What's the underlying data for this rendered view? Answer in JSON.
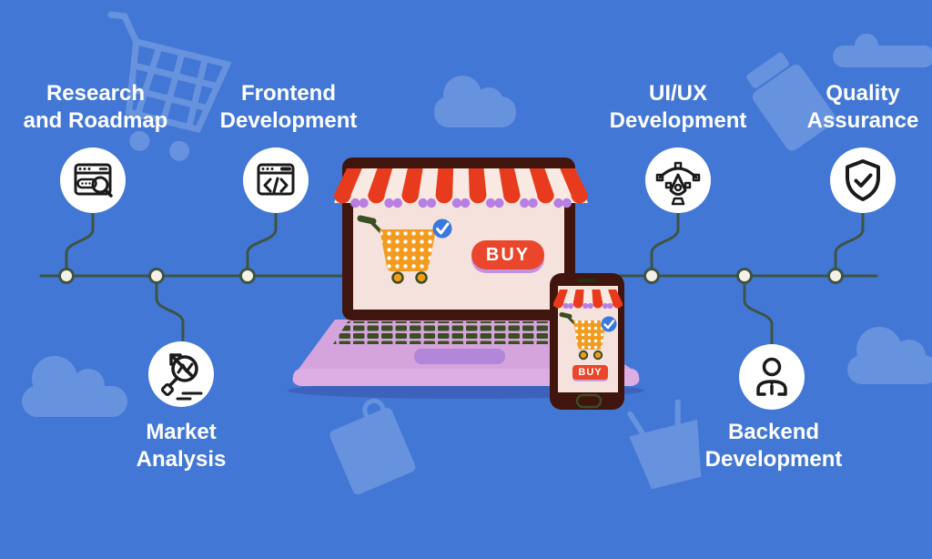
{
  "steps": [
    {
      "name": "research-and-roadmap",
      "line1": "Research",
      "line2": "and Roadmap",
      "icon": "browser-search-icon",
      "row": "top"
    },
    {
      "name": "market-analysis",
      "line1": "Market",
      "line2": "Analysis",
      "icon": "market-analysis-icon",
      "row": "bottom"
    },
    {
      "name": "frontend-development",
      "line1": "Frontend",
      "line2": "Development",
      "icon": "code-window-icon",
      "row": "top"
    },
    {
      "name": "uiux-development",
      "line1": "UI/UX",
      "line2": "Development",
      "icon": "pen-tool-icon",
      "row": "top"
    },
    {
      "name": "backend-development",
      "line1": "Backend",
      "line2": "Development",
      "icon": "developer-person-icon",
      "row": "bottom"
    },
    {
      "name": "quality-assurance",
      "line1": "Quality",
      "line2": "Assurance",
      "icon": "shield-check-icon",
      "row": "top"
    }
  ],
  "illustration": {
    "laptop": {
      "buy_label": "BUY"
    },
    "phone": {
      "buy_label": "BUY"
    }
  },
  "colors": {
    "background": "#4377d5",
    "decor_shapes": "#6792de",
    "timeline_green": "#3d5344",
    "node_fill": "#f5f1e8",
    "label_text": "#ffffff",
    "icon_circle": "#ffffff",
    "icon_ink": "#1a1a1a",
    "awning_red": "#e83a1c",
    "awning_cream": "#f8e9e3",
    "scallop_purple": "#b87fe2",
    "screen_pink": "#f6e2dc",
    "device_bezel_brown": "#3f150d",
    "laptop_base_purple": "#d5a4dd",
    "keyboard_green": "#3a4e22",
    "cart_orange": "#f39b1f",
    "check_blue": "#3878e0",
    "buy_red": "#ea462b"
  }
}
